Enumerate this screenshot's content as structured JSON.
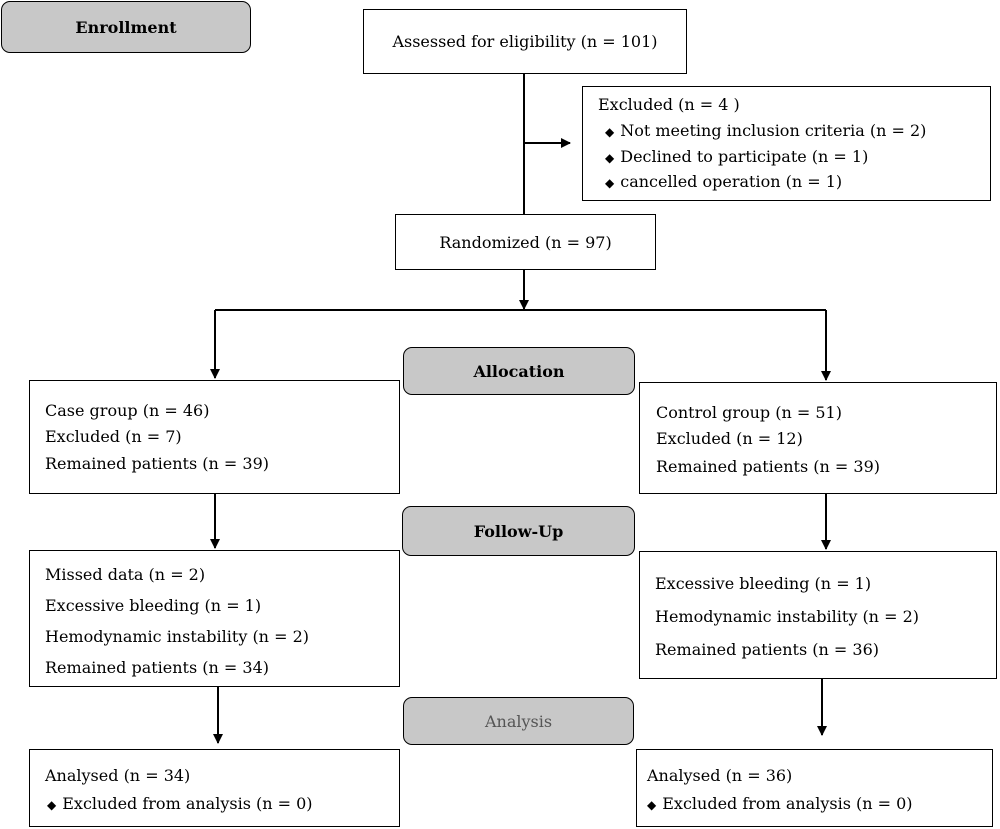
{
  "stages": {
    "enrollment": "Enrollment",
    "allocation": "Allocation",
    "follow_up": "Follow-Up",
    "analysis": "Analysis"
  },
  "assessed": "Assessed for eligibility (n = 101)",
  "excluded": {
    "title": "Excluded  (n = 4 )",
    "bullet_icon": "diamond-icon",
    "items": [
      "Not meeting inclusion criteria (n = 2)",
      "Declined to participate (n = 1)",
      "cancelled operation  (n = 1)"
    ]
  },
  "randomized": "Randomized (n = 97)",
  "case_allocation": [
    "Case group (n = 46)",
    "Excluded (n = 7)",
    "Remained patients (n = 39)"
  ],
  "control_allocation": [
    "Control group (n = 51)",
    "Excluded (n = 12)",
    "Remained patients (n = 39)"
  ],
  "case_followup": [
    "Missed data (n =  2)",
    "Excessive bleeding (n = 1)",
    "Hemodynamic instability (n = 2)",
    "Remained patients (n = 34)"
  ],
  "control_followup": [
    "Excessive bleeding (n = 1)",
    "Hemodynamic instability (n = 2)",
    "Remained patients (n = 36)"
  ],
  "case_analysis": {
    "title": "Analysed (n = 34)",
    "item": "Excluded from analysis (n = 0)"
  },
  "control_analysis": {
    "title": "Analysed (n = 36)",
    "item": "Excluded from analysis (n = 0)"
  },
  "colors": {
    "stage_fill": "#c8c8c8",
    "border": "#000000"
  }
}
